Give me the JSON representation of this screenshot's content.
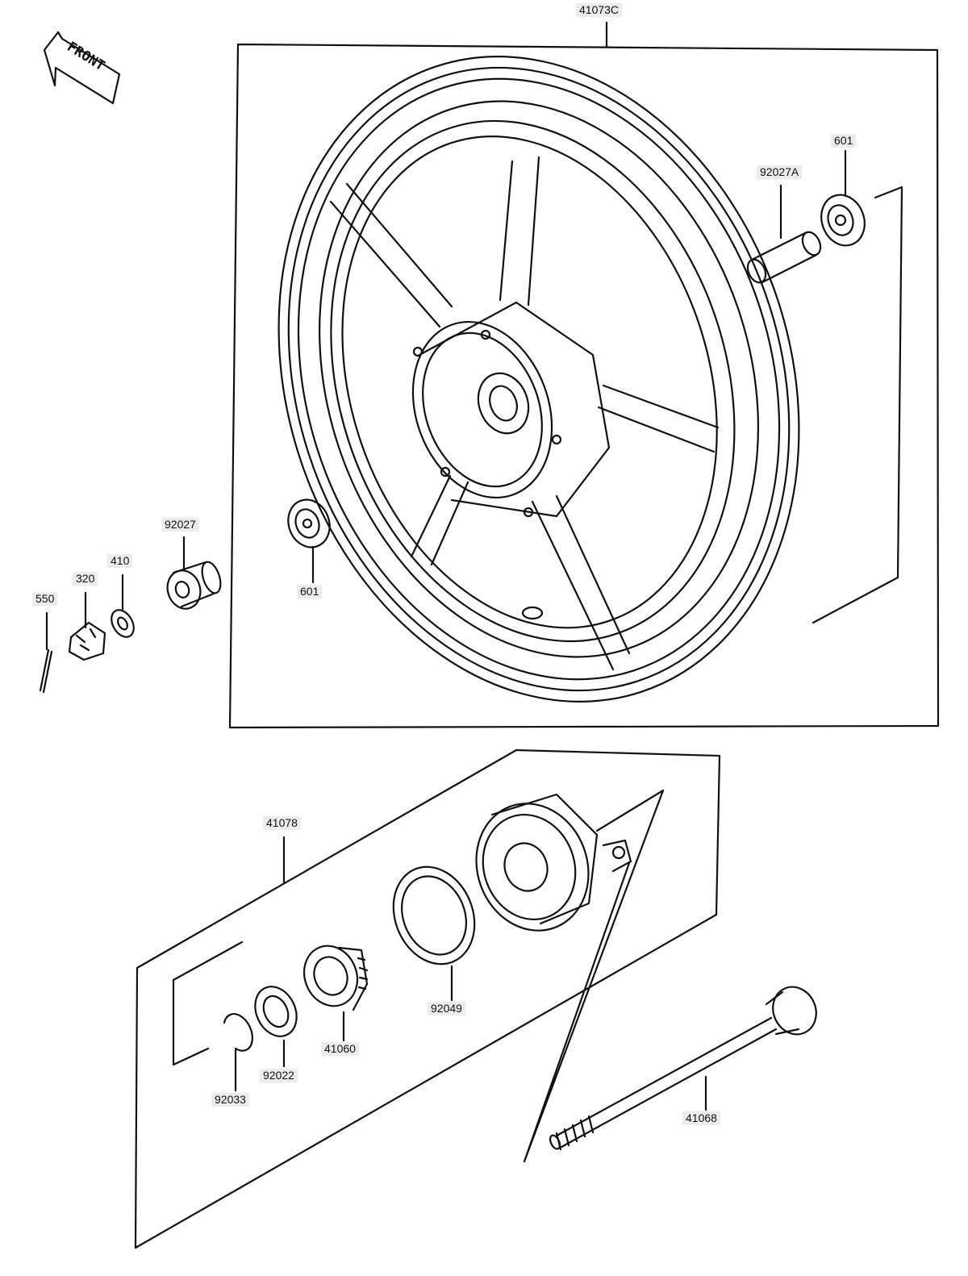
{
  "direction_marker": {
    "text": "FRONT",
    "icon": "front-arrow-icon"
  },
  "callouts": {
    "rim_assembly": "41073C",
    "bearing_upper": "601",
    "spacer_long": "92027A",
    "collar": "92027",
    "washer": "410",
    "nut": "320",
    "cotter_pin": "550",
    "bearing_lower": "601",
    "hub_group": "41078",
    "seal": "92049",
    "speedo_gear": "41060",
    "retainer_washer": "92022",
    "circlip": "92033",
    "axle": "41068"
  }
}
